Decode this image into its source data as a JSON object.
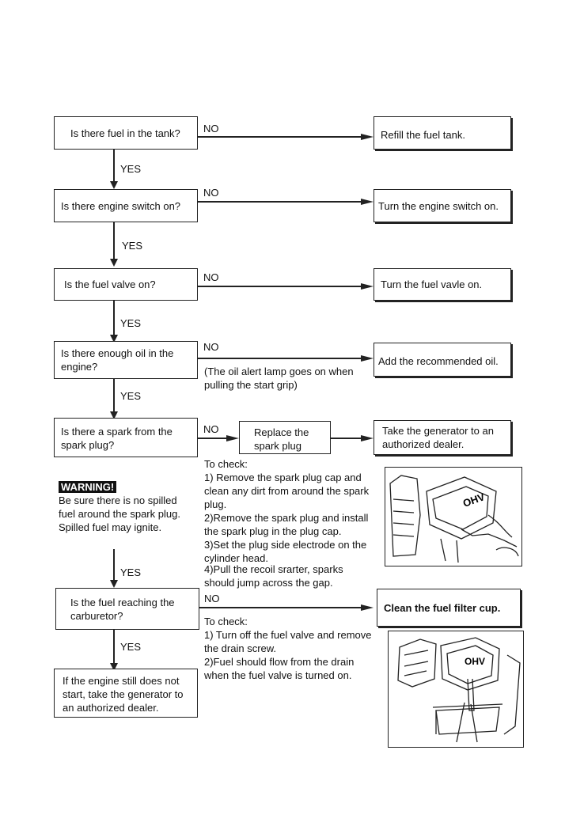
{
  "flow": {
    "q1": "Is there fuel in the tank?",
    "a1": "Refill the fuel tank.",
    "q2": "Is there engine switch on?",
    "a2": "Turn the engine switch on.",
    "q3": "Is the fuel valve on?",
    "a3": "Turn the fuel vavle on.",
    "q4": "Is there enough oil in the engine?",
    "a4": "Add the recommended oil.",
    "note4": "(The oil alert lamp goes on when pulling the start grip)",
    "q5": "Is there a spark from the spark plug?",
    "replace": "Replace the spark plug",
    "a5": "Take the generator to an authorized dealer.",
    "q6": "Is the fuel reaching the carburetor?",
    "a6": "Clean the fuel filter cup.",
    "final": "If the engine still does not start, take the generator to an authorized dealer.",
    "yes": "YES",
    "no": "NO"
  },
  "spark_check": {
    "heading": "To check:",
    "step1": "1) Remove the spark plug cap and clean any dirt from around the spark plug.",
    "step2": "2)Remove the spark plug and install the spark plug in the plug cap.",
    "step3": "3)Set the plug side electrode on the cylinder head.",
    "step4": "4)Pull the recoil srarter, sparks should jump across the gap."
  },
  "warning": {
    "title": "WARNING!",
    "body": "Be sure there is no spilled fuel around the spark plug. Spilled fuel may ignite."
  },
  "fuel_check": {
    "heading": "To check:",
    "step1": "1) Turn off the fuel valve and remove the drain screw.",
    "step2": "2)Fuel should flow from the drain when the fuel valve is turned on."
  },
  "illustrations": {
    "engine_label": "OHV",
    "drain_label": "OHV"
  }
}
